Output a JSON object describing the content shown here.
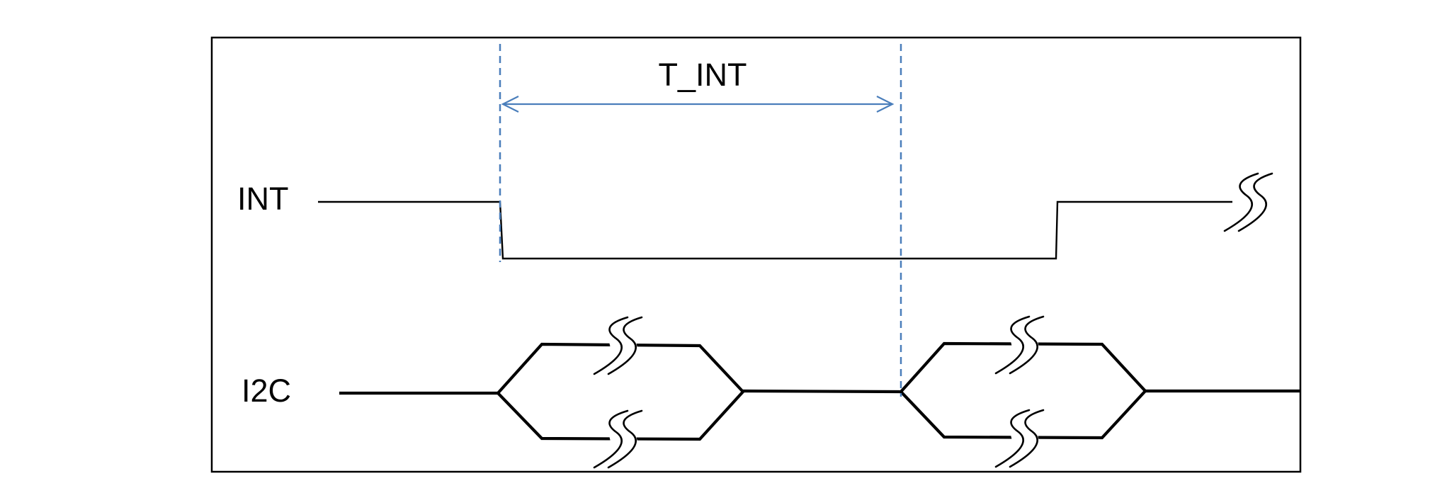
{
  "signals": {
    "int_label": "INT",
    "i2c_label": "I2C"
  },
  "annotation": {
    "t_int_label": "T_INT"
  },
  "colors": {
    "line": "#000000",
    "guide": "#4a7ebb",
    "background": "#ffffff"
  }
}
